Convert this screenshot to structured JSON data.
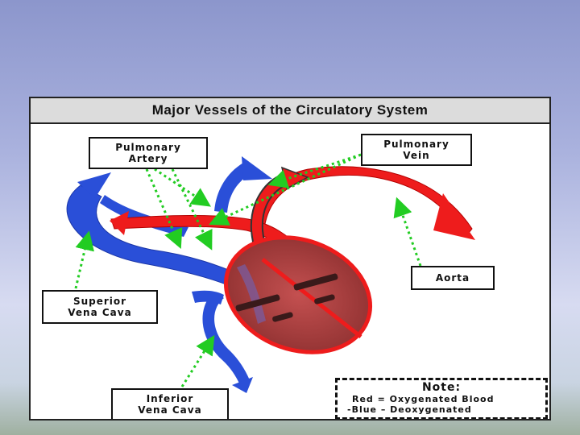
{
  "title": "Major Vessels of the Circulatory System",
  "labels": {
    "pulmonary_artery": [
      "Pulmonary",
      "Artery"
    ],
    "pulmonary_vein": [
      "Pulmonary",
      "Vein"
    ],
    "aorta": "Aorta",
    "superior_vena_cava": [
      "Superior",
      "Vena Cava"
    ],
    "inferior_vena_cava": [
      "Inferior",
      "Vena Cava"
    ]
  },
  "note": {
    "title": "Note:",
    "line1": "Red = Oxygenated Blood",
    "line2": "-Blue – Deoxygenated"
  },
  "colors": {
    "oxygenated": "#ee1c1c",
    "deoxygenated": "#2a4fd8",
    "heart_fill": "#a63a3a",
    "pointer": "#22cc22"
  }
}
